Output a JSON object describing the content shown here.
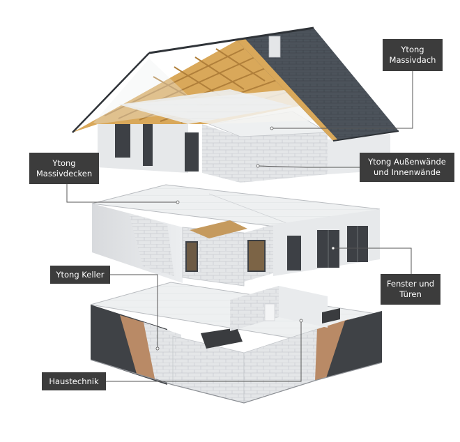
{
  "labels": {
    "massivdach": [
      "Ytong",
      "Massivdach"
    ],
    "aussenwaende": [
      "Ytong Außenwände",
      "und Innenwände"
    ],
    "massivdecken": [
      "Ytong",
      "Massivdecken"
    ],
    "keller": [
      "Ytong Keller"
    ],
    "fenster": [
      "Fenster und",
      "Türen"
    ],
    "haustechnik": [
      "Haustechnik"
    ]
  },
  "colors": {
    "label_bg": "#3c3c3c",
    "roof_tiles": "#4a5057",
    "timber": "#d9a85a",
    "aerated_block": "#e6e8ea",
    "floor_slab": "#f0f1f2",
    "dark_wall": "#3f4246",
    "brick_terracotta": "#b98a66"
  }
}
